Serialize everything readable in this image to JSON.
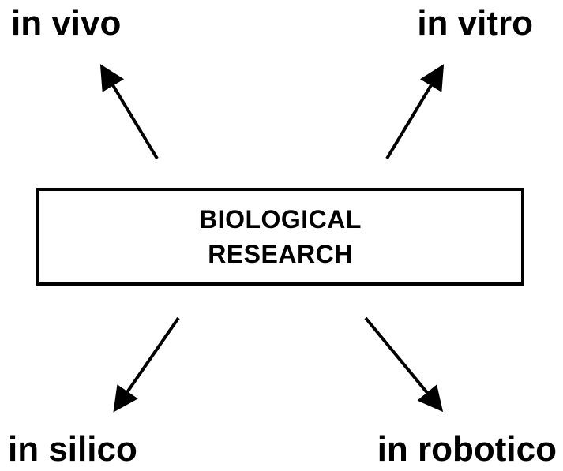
{
  "diagram": {
    "center": {
      "line1": "BIOLOGICAL",
      "line2": "RESEARCH"
    },
    "nodes": {
      "top_left": "in vivo",
      "top_right": "in vitro",
      "bottom_left": "in silico",
      "bottom_right": "in robotico"
    },
    "colors": {
      "stroke": "#000000",
      "text": "#000000",
      "background": "#ffffff"
    }
  }
}
